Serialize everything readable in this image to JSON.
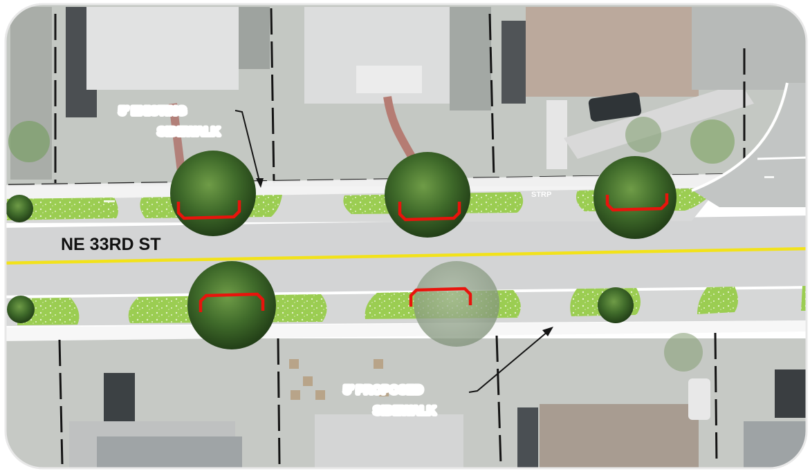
{
  "street": {
    "name": "NE 33RD ST"
  },
  "callouts": {
    "existing": {
      "line1": "5’ EXISTING",
      "line2": "SIDEWALK"
    },
    "proposed": {
      "line1": "5’ PROPOSED",
      "line2": "SIDEWALK"
    }
  },
  "pavement_markings": {
    "stop_bar_text": "STRP"
  },
  "colors": {
    "bioswale": "#9bcd52",
    "bump_out": "#e8140c",
    "centerline": "#f2e21a",
    "roadway": "#d3d4d5",
    "sidewalk": "#f4f4f4",
    "property_line": "#141414"
  }
}
